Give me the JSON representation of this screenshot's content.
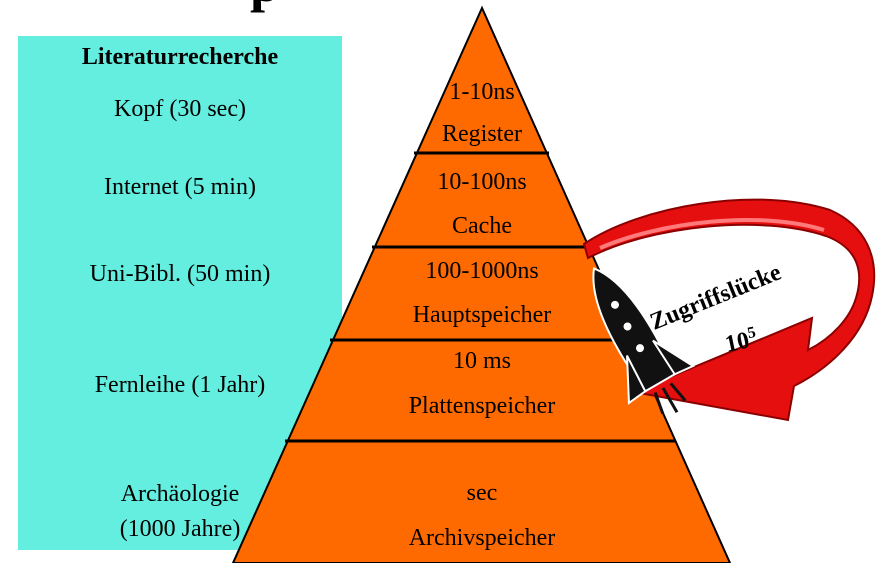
{
  "title_fragment": "p",
  "literature": {
    "title": "Literaturrecherche",
    "items": [
      "Kopf (30 sec)",
      "Internet (5 min)",
      "Uni-Bibl. (50 min)",
      "Fernleihe (1 Jahr)",
      "Archäologie",
      "(1000 Jahre)"
    ]
  },
  "pyramid": {
    "levels": [
      {
        "time": "1-10ns",
        "name": "Register"
      },
      {
        "time": "10-100ns",
        "name": "Cache"
      },
      {
        "time": "100-1000ns",
        "name": "Hauptspeicher"
      },
      {
        "time": "10 ms",
        "name": "Plattenspeicher"
      },
      {
        "time": "sec",
        "name": "Archivspeicher"
      }
    ]
  },
  "access_gap": {
    "label": "Zugriffslücke",
    "value_base": "10",
    "value_exp": "5"
  },
  "colors": {
    "pyramid_fill": "#ff6a00",
    "panel_fill": "#64eedf",
    "arrow_fill": "#e60f0f"
  }
}
